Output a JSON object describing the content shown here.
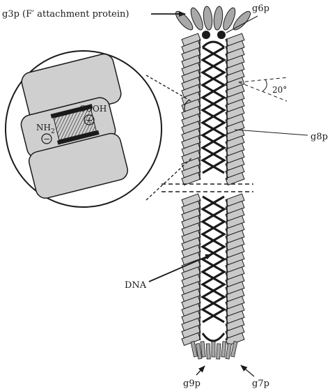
{
  "labels": {
    "g3p": "g3p (F′ attachment protein)",
    "g6p": "g6p",
    "g8p": "g8p",
    "angle": "20°",
    "dna": "DNA",
    "g9p": "g9p",
    "g7p": "g7p"
  },
  "inset": {
    "nh2": "NH",
    "nh2_sub": "2",
    "cooh": "COOH",
    "minus": "−",
    "plus": "+"
  },
  "colors": {
    "subunit_fill": "#c9c9c9",
    "tip_fill": "#a8a8a8",
    "inset_block_fill": "#cfcfcf",
    "line": "#1a1a1a"
  }
}
